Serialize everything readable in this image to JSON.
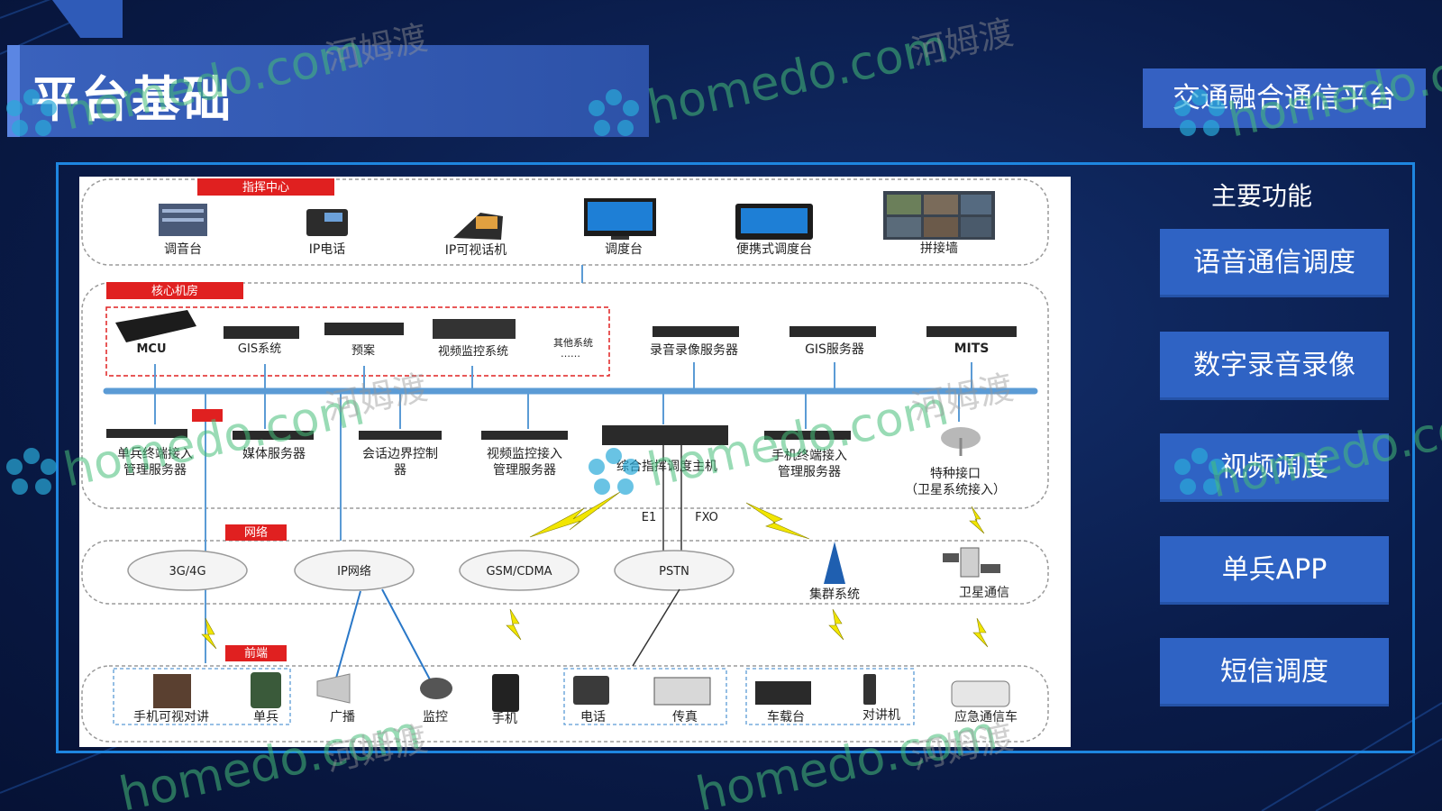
{
  "page": {
    "title": "平台基础",
    "platform_label": "交通融合通信平台"
  },
  "functions": {
    "heading": "主要功能",
    "items": [
      "语音通信调度",
      "数字录音录像",
      "视频调度",
      "单兵APP",
      "短信调度"
    ]
  },
  "diagram": {
    "sections": {
      "command": "指挥中心",
      "core": "核心机房",
      "network": "网络",
      "frontend": "前端"
    },
    "command_devices": [
      "调音台",
      "IP电话",
      "IP可视话机",
      "调度台",
      "便携式调度台",
      "拼接墙"
    ],
    "core_group": [
      "MCU",
      "GIS系统",
      "预案",
      "视频监控系统",
      "其他系统",
      "……"
    ],
    "core_servers": [
      "录音录像服务器",
      "GIS服务器",
      "MITS"
    ],
    "core_lower": {
      "single_soldier_1": "单兵终端接入",
      "single_soldier_2": "管理服务器",
      "media": "媒体服务器",
      "sbc_1": "会话边界控制",
      "sbc_2": "器",
      "video_1": "视频监控接入",
      "video_2": "管理服务器",
      "dispatch_host": "综合指挥调度主机",
      "mobile_1": "手机终端接入",
      "mobile_2": "管理服务器",
      "special_1": "特种接口",
      "special_2": "（卫星系统接入）"
    },
    "links": {
      "e1": "E1",
      "fxo": "FXO"
    },
    "networks": [
      "3G/4G",
      "IP网络",
      "GSM/CDMA",
      "PSTN",
      "集群系统",
      "卫星通信"
    ],
    "frontend_devices": [
      "手机可视对讲",
      "单兵",
      "广播",
      "监控",
      "手机",
      "电话",
      "传真",
      "车载台",
      "对讲机",
      "应急通信车"
    ]
  },
  "watermarks": {
    "latin": "homedo.com",
    "chinese": "河姆渡"
  },
  "colors": {
    "background": "#0a1c4a",
    "accent_blue": "#2f63c4",
    "frame_blue": "#1e86e0",
    "section_red": "#e02020",
    "bus_blue": "#5b9bd5"
  }
}
